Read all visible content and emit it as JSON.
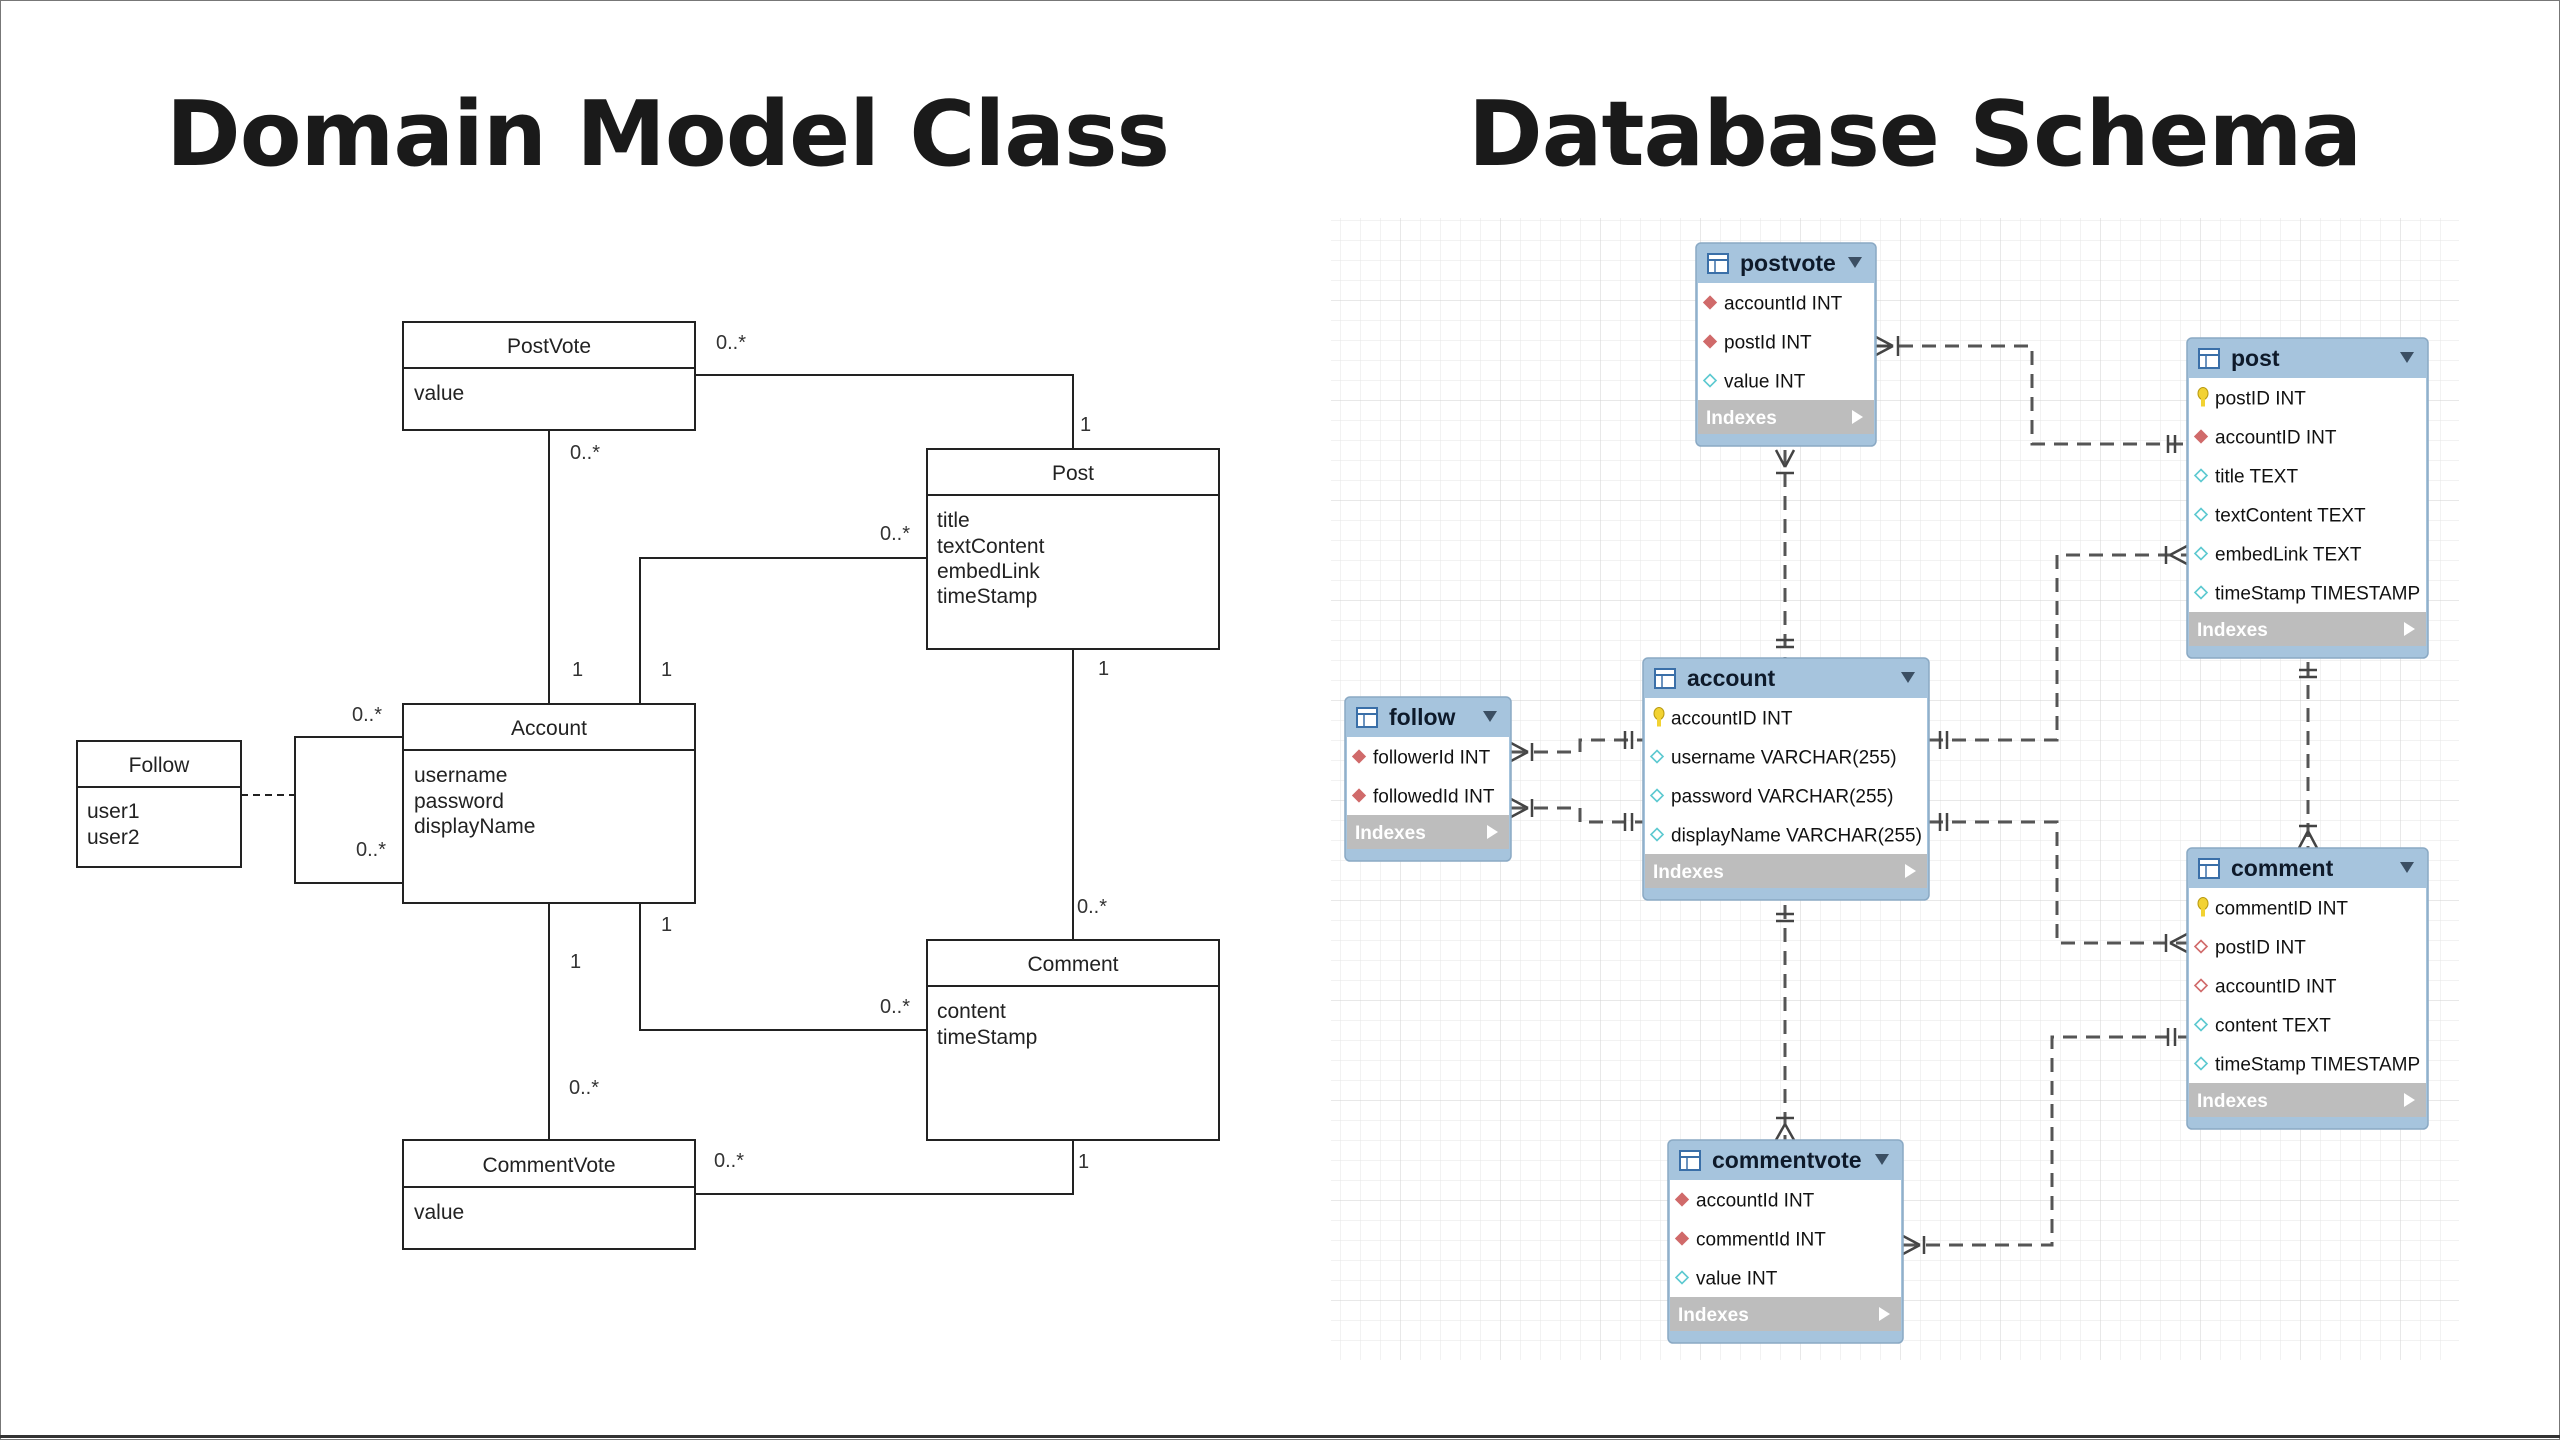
{
  "titles": {
    "left": "Domain Model Class",
    "right": "Database Schema"
  },
  "uml": {
    "classes": [
      {
        "id": "postvote",
        "name": "PostVote",
        "attributes": [
          "value"
        ]
      },
      {
        "id": "post",
        "name": "Post",
        "attributes": [
          "title",
          "textContent",
          "embedLink",
          "timeStamp"
        ]
      },
      {
        "id": "account",
        "name": "Account",
        "attributes": [
          "username",
          "password",
          "displayName"
        ]
      },
      {
        "id": "follow",
        "name": "Follow",
        "attributes": [
          "user1",
          "user2"
        ]
      },
      {
        "id": "comment",
        "name": "Comment",
        "attributes": [
          "content",
          "timeStamp"
        ]
      },
      {
        "id": "commentvote",
        "name": "CommentVote",
        "attributes": [
          "value"
        ]
      }
    ],
    "multiplicities": {
      "postvote_post_pv": "0..*",
      "postvote_post_p": "1",
      "postvote_account_pv": "0..*",
      "postvote_account_a": "1",
      "account_post_p": "0..*",
      "account_post_a": "1",
      "follow_self_top": "0..*",
      "follow_self_bottom": "0..*",
      "post_comment_p": "1",
      "post_comment_c": "0..*",
      "account_comment_a": "1",
      "account_comment_c": "0..*",
      "account_commentvote_a": "1",
      "account_commentvote_cv": "0..*",
      "commentvote_comment_cv": "0..*",
      "commentvote_comment_c": "1"
    }
  },
  "er": {
    "indexes_label": "Indexes",
    "tables": [
      {
        "id": "postvote",
        "name": "postvote",
        "columns": [
          {
            "text": "accountId INT",
            "key": "fk"
          },
          {
            "text": "postId INT",
            "key": "fk"
          },
          {
            "text": "value INT",
            "key": "col"
          }
        ]
      },
      {
        "id": "post",
        "name": "post",
        "columns": [
          {
            "text": "postID INT",
            "key": "pk"
          },
          {
            "text": "accountID INT",
            "key": "fk"
          },
          {
            "text": "title TEXT",
            "key": "col"
          },
          {
            "text": "textContent TEXT",
            "key": "col"
          },
          {
            "text": "embedLink TEXT",
            "key": "col"
          },
          {
            "text": "timeStamp TIMESTAMP",
            "key": "col"
          }
        ]
      },
      {
        "id": "follow",
        "name": "follow",
        "columns": [
          {
            "text": "followerId INT",
            "key": "fk"
          },
          {
            "text": "followedId INT",
            "key": "fk"
          }
        ]
      },
      {
        "id": "account",
        "name": "account",
        "columns": [
          {
            "text": "accountID INT",
            "key": "pk"
          },
          {
            "text": "username VARCHAR(255)",
            "key": "col"
          },
          {
            "text": "password VARCHAR(255)",
            "key": "col"
          },
          {
            "text": "displayName VARCHAR(255)",
            "key": "col"
          }
        ]
      },
      {
        "id": "comment",
        "name": "comment",
        "columns": [
          {
            "text": "commentID INT",
            "key": "pk"
          },
          {
            "text": "postID INT",
            "key": "fk-hollow"
          },
          {
            "text": "accountID INT",
            "key": "fk-hollow"
          },
          {
            "text": "content TEXT",
            "key": "col"
          },
          {
            "text": "timeStamp TIMESTAMP",
            "key": "col"
          }
        ]
      },
      {
        "id": "commentvote",
        "name": "commentvote",
        "columns": [
          {
            "text": "accountId INT",
            "key": "fk"
          },
          {
            "text": "commentId INT",
            "key": "fk"
          },
          {
            "text": "value INT",
            "key": "col"
          }
        ]
      }
    ],
    "colors": {
      "header": "#a6c4dd",
      "indexes": "#bdbdbd",
      "pk": "#f2d232",
      "fk": "#d06a6a",
      "col": "#5cc9d0",
      "grid": "#e4e4e4"
    }
  }
}
